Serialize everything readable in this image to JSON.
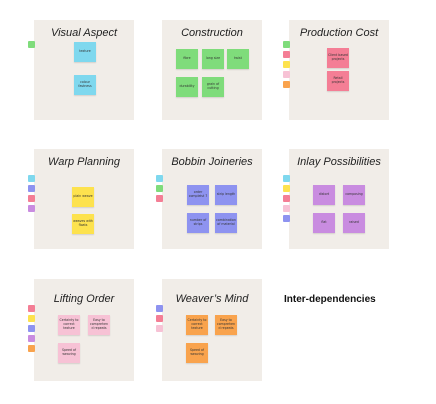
{
  "colors": {
    "panel_bg": "#f1ede8",
    "cyan": "#7fd8ee",
    "green": "#7fdc7b",
    "pink": "#f47e95",
    "yellow": "#fde24e",
    "violet": "#c98ce0",
    "blue": "#8e93f0",
    "light_pink": "#f7c2d5",
    "orange": "#f9a34d"
  },
  "panels": [
    {
      "id": "visual-aspect",
      "title": "Visual Aspect",
      "tabs": [
        "green"
      ],
      "notes": [
        {
          "text": "texture",
          "color": "cyan"
        },
        {
          "text": "colour fastness",
          "color": "cyan"
        }
      ]
    },
    {
      "id": "construction",
      "title": "Construction",
      "tabs": [],
      "notes": [
        {
          "text": "fibre",
          "color": "green"
        },
        {
          "text": "long size",
          "color": "green"
        },
        {
          "text": "twist",
          "color": "green"
        },
        {
          "text": "durability",
          "color": "green"
        },
        {
          "text": "grain of cutting",
          "color": "green"
        }
      ]
    },
    {
      "id": "production-cost",
      "title": "Production Cost",
      "tabs": [
        "green",
        "pink",
        "yellow",
        "light_pink",
        "orange"
      ],
      "notes": [
        {
          "text": "Client based projects",
          "color": "pink"
        },
        {
          "text": "Retail projects",
          "color": "pink"
        }
      ]
    },
    {
      "id": "warp-planning",
      "title": "Warp Planning",
      "tabs": [
        "cyan",
        "blue",
        "pink",
        "violet"
      ],
      "notes": [
        {
          "text": "plain weave",
          "color": "yellow"
        },
        {
          "text": "weaves with floats",
          "color": "yellow"
        }
      ]
    },
    {
      "id": "bobbin-joineries",
      "title": "Bobbin Joineries",
      "tabs": [
        "cyan",
        "green",
        "pink"
      ],
      "notes": [
        {
          "text": "order compleist 7",
          "color": "blue"
        },
        {
          "text": "strip length",
          "color": "blue"
        },
        {
          "text": "number of strips",
          "color": "blue"
        },
        {
          "text": "combination of material",
          "color": "blue"
        }
      ]
    },
    {
      "id": "inlay-possibilities",
      "title": "Inlay Possibilities",
      "tabs": [
        "cyan",
        "yellow",
        "pink",
        "light_pink",
        "blue"
      ],
      "notes": [
        {
          "text": "distort",
          "color": "violet"
        },
        {
          "text": "composing",
          "color": "violet"
        },
        {
          "text": "flat",
          "color": "violet"
        },
        {
          "text": "raised",
          "color": "violet"
        }
      ]
    },
    {
      "id": "lifting-order",
      "title": "Lifting Order",
      "tabs": [
        "pink",
        "yellow",
        "blue",
        "violet",
        "orange"
      ],
      "notes": [
        {
          "text": "Certainty to correct texture",
          "color": "light_pink"
        },
        {
          "text": "Easy to comprehend repeats",
          "color": "light_pink"
        },
        {
          "text": "Speed of weaving",
          "color": "light_pink"
        }
      ]
    },
    {
      "id": "weavers-mind",
      "title": "Weaver’s Mind",
      "tabs": [
        "blue",
        "pink",
        "light_pink"
      ],
      "notes": [
        {
          "text": "Certainty to correct texture",
          "color": "orange"
        },
        {
          "text": "Easy to comprehend repeats",
          "color": "orange"
        },
        {
          "text": "Speed of weaving",
          "color": "orange"
        }
      ]
    }
  ],
  "standalone_label": "Inter-dependencies"
}
